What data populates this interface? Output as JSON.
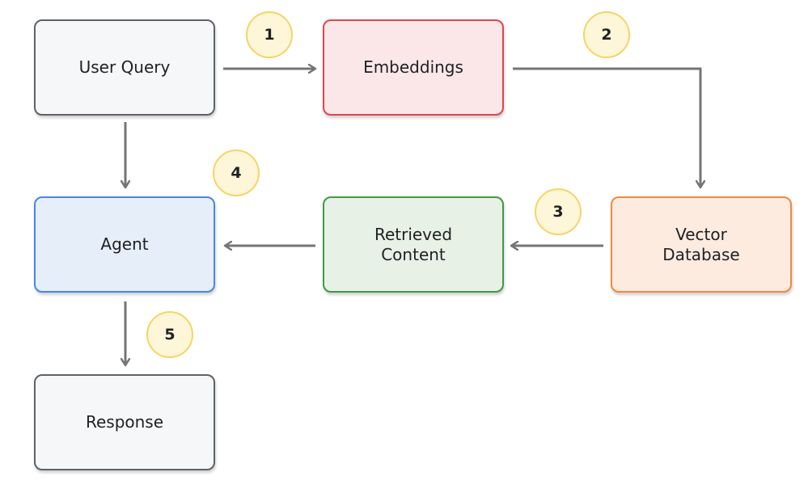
{
  "nodes": {
    "user_query": {
      "label": "User Query",
      "fill": "#f6f7f8",
      "border": "#5f6368"
    },
    "embeddings": {
      "label": "Embeddings",
      "fill": "#fbe7e8",
      "border": "#e0464e"
    },
    "vector_database": {
      "label": "Vector\nDatabase",
      "fill": "#fdebe0",
      "border": "#f08a3c"
    },
    "retrieved_content": {
      "label": "Retrieved\nContent",
      "fill": "#e7f1e6",
      "border": "#3f9a46"
    },
    "agent": {
      "label": "Agent",
      "fill": "#e6eff9",
      "border": "#4a86e8"
    },
    "response": {
      "label": "Response",
      "fill": "#f6f7f8",
      "border": "#5f6368"
    }
  },
  "steps": [
    "1",
    "2",
    "3",
    "4",
    "5"
  ],
  "colors": {
    "arrow": "#757575",
    "badge_fill": "#fdf6d8",
    "badge_border": "#f6d465"
  }
}
